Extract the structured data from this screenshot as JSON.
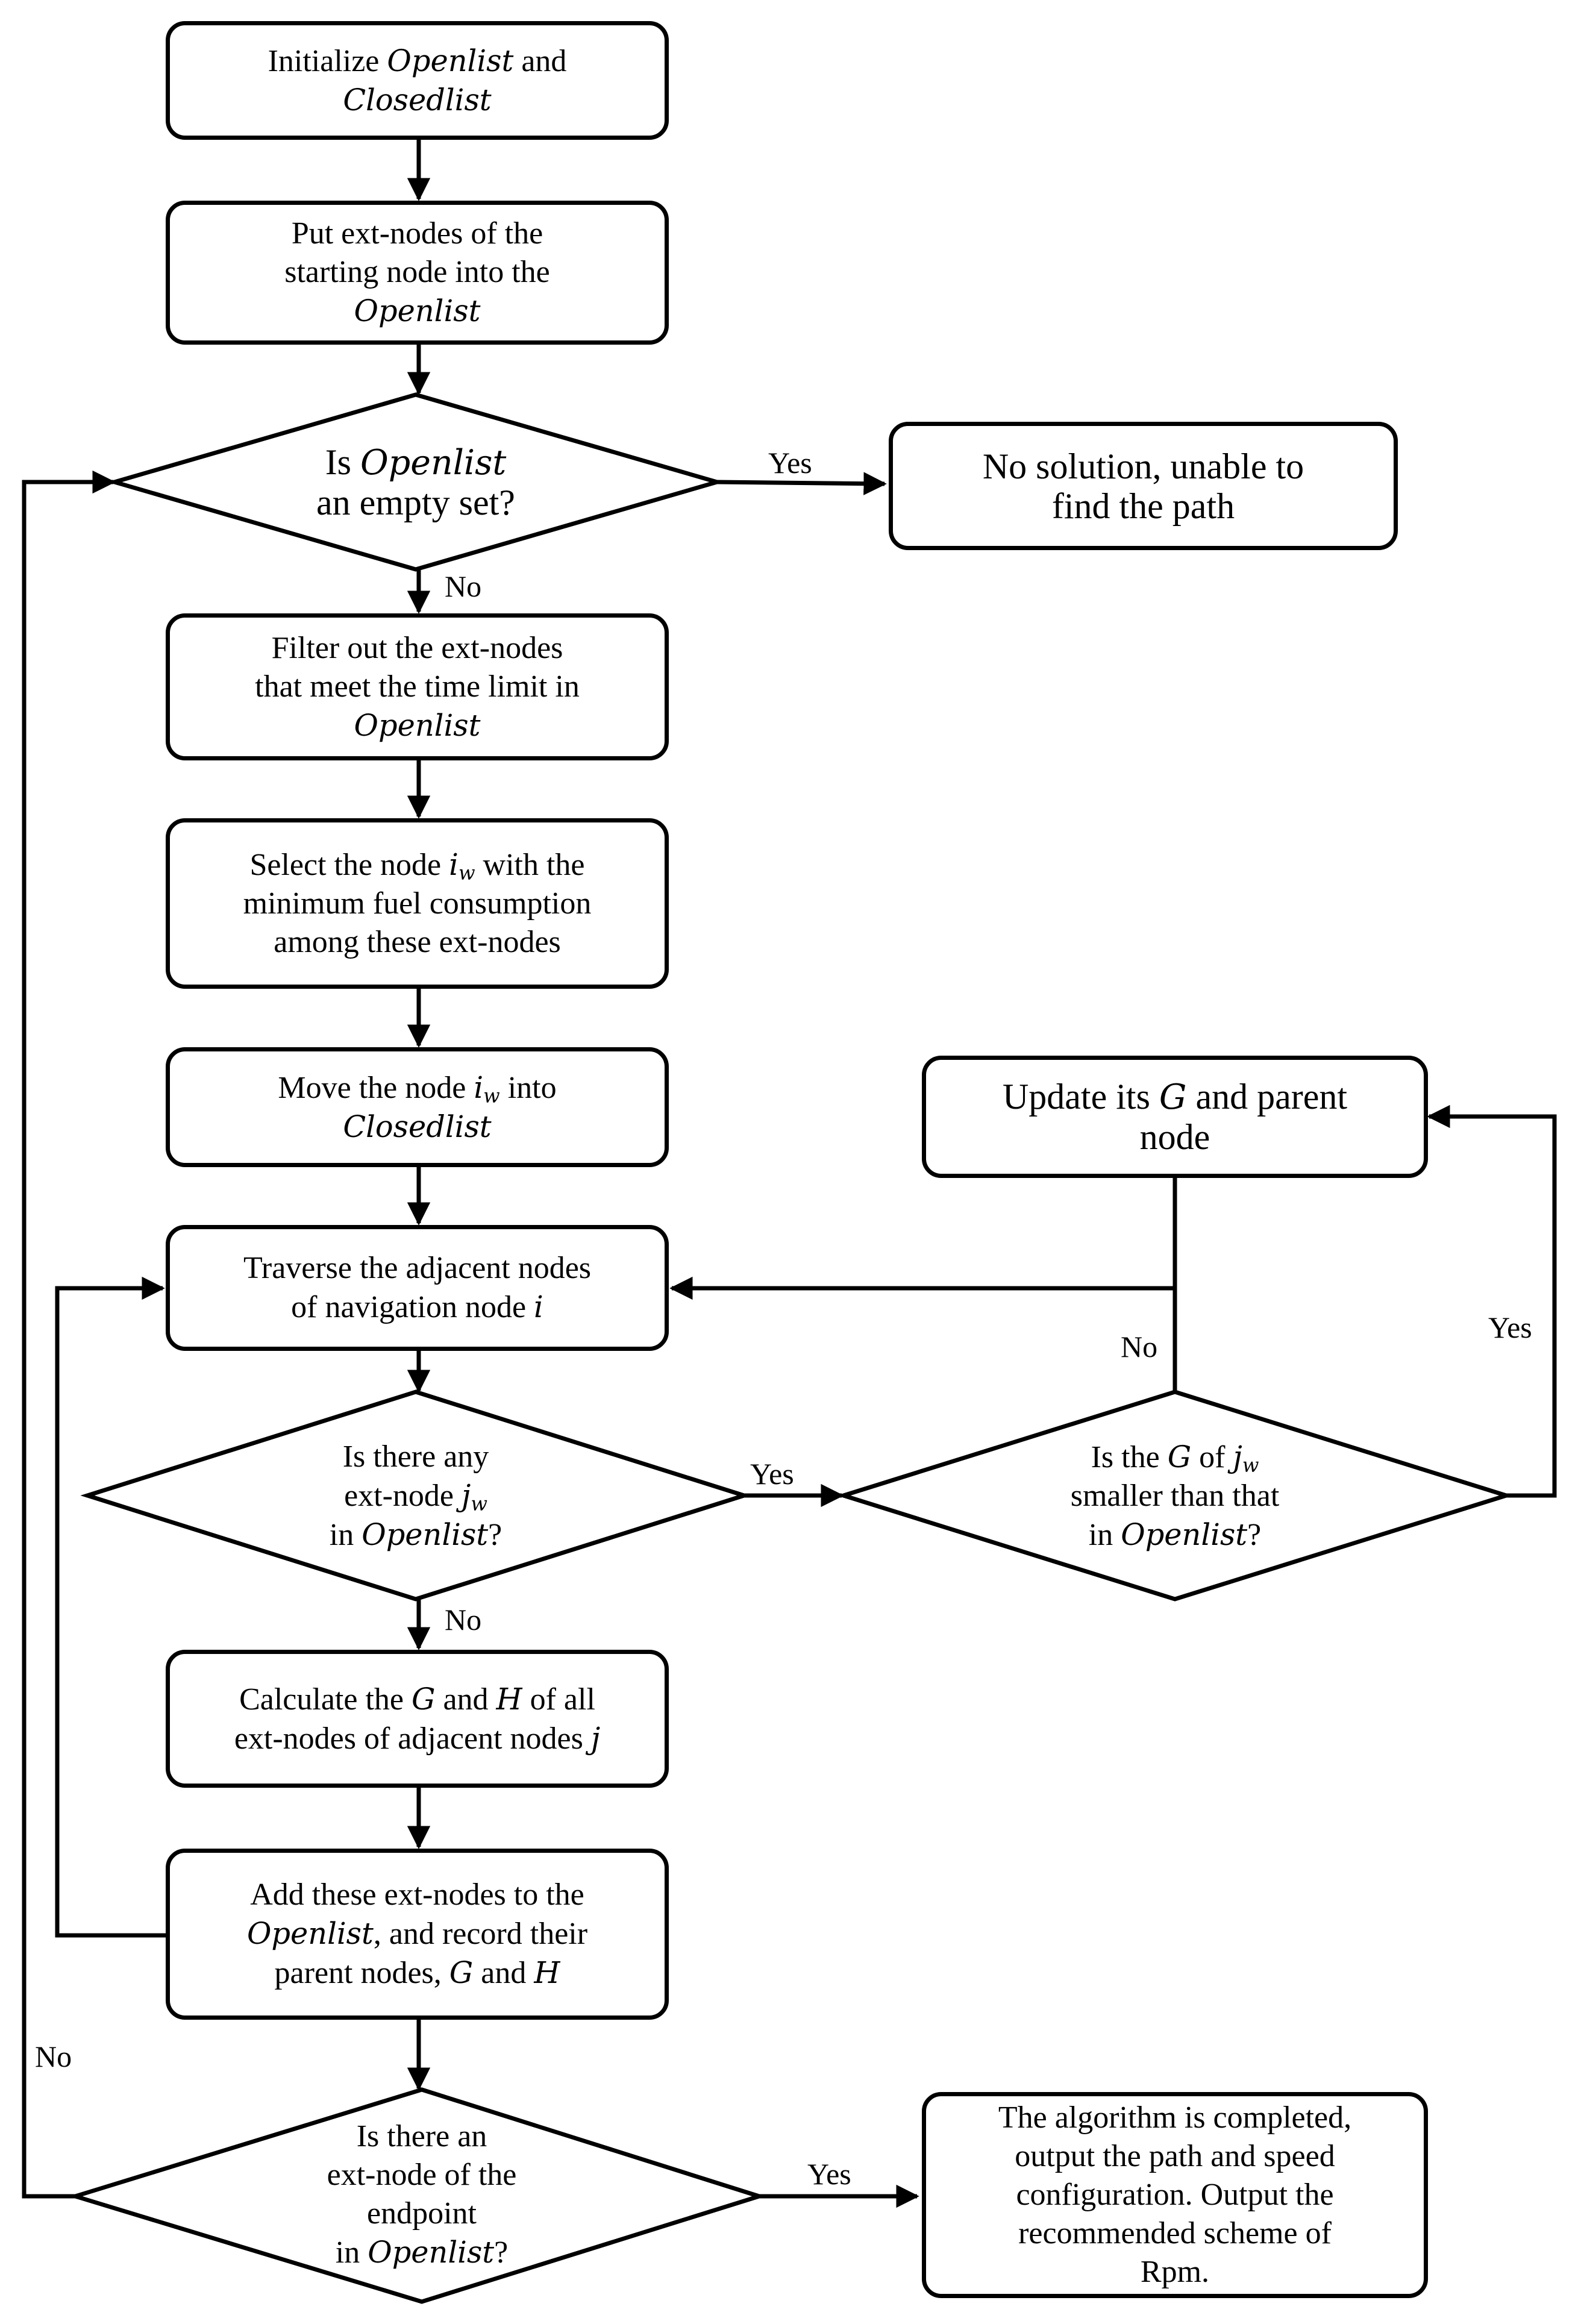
{
  "nodes": {
    "init": {
      "lines": [
        "Initialize [[Openlist]] and",
        "[[Closedlist]]"
      ]
    },
    "put_ext": {
      "lines": [
        "Put ext-nodes of the",
        "starting node into the",
        "[[Openlist]]"
      ]
    },
    "is_empty": {
      "lines": [
        "Is [[Openlist]]",
        "an empty set?"
      ]
    },
    "no_solution": {
      "lines": [
        "No solution, unable to",
        "find the path"
      ]
    },
    "filter": {
      "lines": [
        "Filter out the ext-nodes",
        "that meet the time limit in",
        "[[Openlist]]"
      ]
    },
    "select": {
      "lines": [
        "Select the node [[i_w]] with the",
        "minimum fuel consumption",
        "among these ext-nodes"
      ]
    },
    "move": {
      "lines": [
        "Move the node [[i_w]] into",
        "[[Closedlist]]"
      ]
    },
    "update": {
      "lines": [
        "Update its [[G]] and parent",
        "node"
      ]
    },
    "traverse": {
      "lines": [
        "Traverse the adjacent nodes",
        "of navigation node [[i]]"
      ]
    },
    "any_ext": {
      "lines": [
        "Is there any",
        "ext-node [[j_w]]",
        "in [[Openlist]]?"
      ]
    },
    "g_smaller": {
      "lines": [
        "Is the [[G]] of [[j_w]]",
        "smaller than that",
        "in [[Openlist]]?"
      ]
    },
    "calculate": {
      "lines": [
        "Calculate the [[G]] and [[H]] of all",
        "ext-nodes of adjacent nodes [[j]]"
      ]
    },
    "add": {
      "lines": [
        "Add these ext-nodes to the",
        "[[Openlist]], and record their",
        "parent nodes, [[G]] and [[H]]"
      ]
    },
    "endpoint": {
      "lines": [
        "Is there an",
        "ext-node of the",
        "endpoint",
        "in [[Openlist]]?"
      ]
    },
    "completed": {
      "lines": [
        "The algorithm is completed,",
        "output the path and speed",
        "configuration. Output the",
        "recommended scheme of",
        "Rpm."
      ]
    }
  },
  "edge_labels": {
    "empty_yes": "Yes",
    "empty_no": "No",
    "any_yes": "Yes",
    "any_no": "No",
    "g_yes": "Yes",
    "g_no": "No",
    "end_yes": "Yes",
    "end_no": "No"
  }
}
